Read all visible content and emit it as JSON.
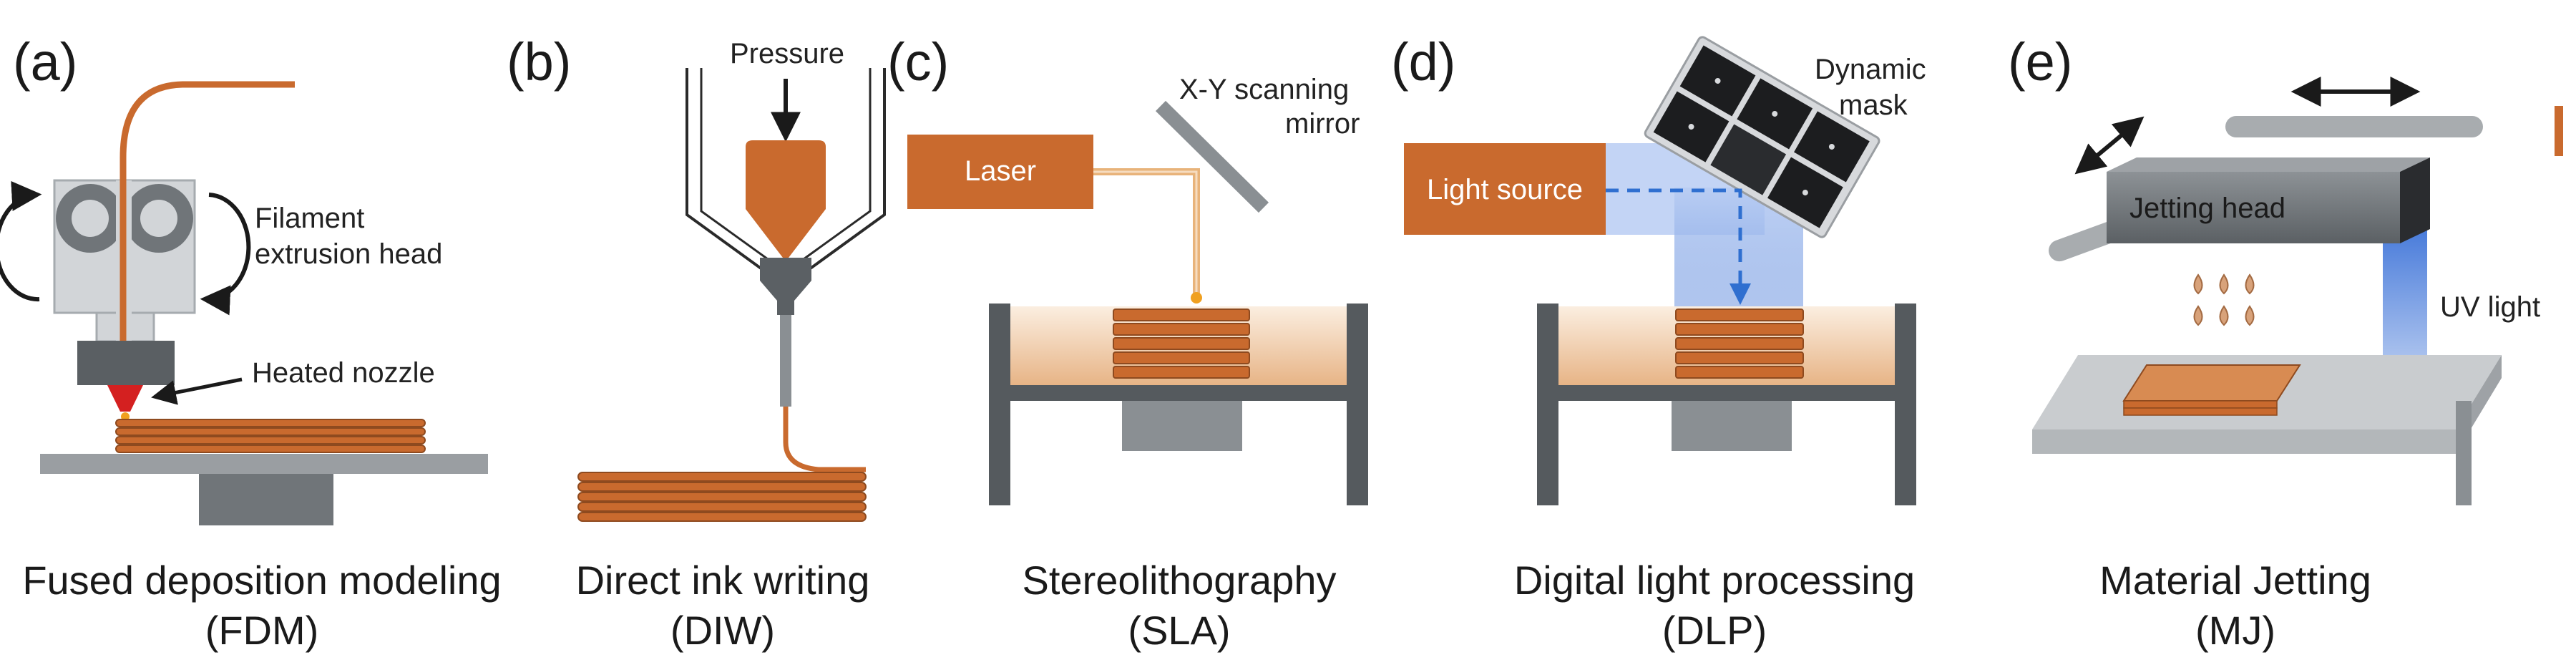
{
  "colors": {
    "orange": "#c96a2e",
    "dark_gray": "#555a5e",
    "mid_gray": "#8a8f93",
    "light_gray": "#c9cccf",
    "blue": "#2f6fd0",
    "beam": "#e8b37a"
  },
  "panels": [
    {
      "letter": "(a)",
      "labels": {
        "filament_1": "Filament",
        "filament_2": "extrusion head",
        "nozzle": "Heated nozzle"
      },
      "caption_line1": "Fused deposition modeling",
      "caption_line2": "(FDM)"
    },
    {
      "letter": "(b)",
      "labels": {
        "pressure": "Pressure"
      },
      "caption_line1": "Direct ink writing",
      "caption_line2": "(DIW)"
    },
    {
      "letter": "(c)",
      "labels": {
        "laser": "Laser",
        "mirror_1": "X-Y scanning",
        "mirror_2": "mirror"
      },
      "caption_line1": "Stereolithography",
      "caption_line2": "(SLA)"
    },
    {
      "letter": "(d)",
      "labels": {
        "light_source": "Light source",
        "mask_1": "Dynamic",
        "mask_2": "mask"
      },
      "caption_line1": "Digital light processing",
      "caption_line2": "(DLP)"
    },
    {
      "letter": "(e)",
      "labels": {
        "jetting_head": "Jetting head",
        "uv_light": "UV light"
      },
      "caption_line1": "Material Jetting",
      "caption_line2": "(MJ)"
    }
  ]
}
